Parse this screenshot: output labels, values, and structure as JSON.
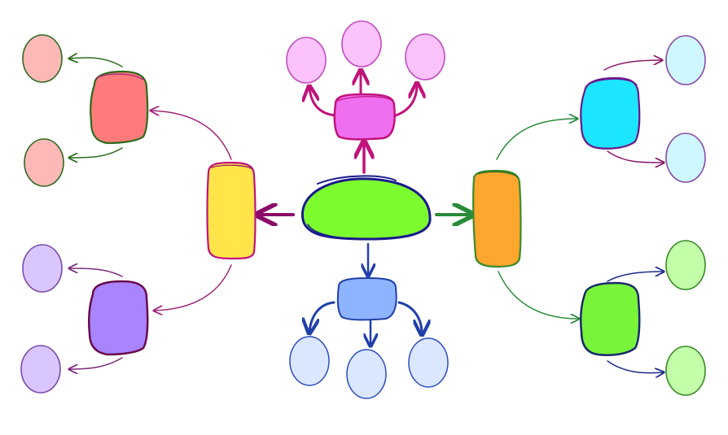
{
  "diagram": {
    "type": "mind-map",
    "center": {
      "fill": "#7cfc2e",
      "stroke": "#1a1a8c"
    },
    "branches": [
      {
        "id": "top",
        "fill": "#f06ef0",
        "stroke": "#c0137a",
        "arrow": "#c0137a",
        "leaf_fill": "#fbc2fb",
        "leaf_stroke": "#c04ec0",
        "leaves": 3
      },
      {
        "id": "bottom",
        "fill": "#8fb4ff",
        "stroke": "#1f3fa8",
        "arrow": "#1f3fa8",
        "leaf_fill": "#dbe6ff",
        "leaf_stroke": "#2a4fb8",
        "leaves": 3
      },
      {
        "id": "left",
        "fill": "#ffe54a",
        "stroke": "#c0137a",
        "arrow": "#8c0a6a",
        "subnodes": [
          {
            "id": "left-upper",
            "fill": "#ff7b7b",
            "stroke": "#2d6b1e",
            "arrow": "#a0267a",
            "leaf_fill": "#ffb8b8",
            "leaf_stroke": "#2d6b1e",
            "leaf_arrow": "#2d6b1e",
            "leaves": 2
          },
          {
            "id": "left-lower",
            "fill": "#a884ff",
            "stroke": "#6a0a4a",
            "arrow": "#a0267a",
            "leaf_fill": "#d9c6ff",
            "leaf_stroke": "#7a4aa8",
            "leaf_arrow": "#7a2a7a",
            "leaves": 2
          }
        ]
      },
      {
        "id": "right",
        "fill": "#ffa62e",
        "stroke": "#3a8a2a",
        "arrow": "#2a8a3a",
        "subnodes": [
          {
            "id": "right-upper",
            "fill": "#1ce6ff",
            "stroke": "#6a1a8c",
            "arrow": "#2a8a3a",
            "leaf_fill": "#cff7ff",
            "leaf_stroke": "#8a4aa8",
            "leaf_arrow": "#8a1a6a",
            "leaves": 2
          },
          {
            "id": "right-lower",
            "fill": "#78f43a",
            "stroke": "#1a2a6a",
            "arrow": "#2a8a3a",
            "leaf_fill": "#c2ffa8",
            "leaf_stroke": "#3a8a2a",
            "leaf_arrow": "#1a2a8a",
            "leaves": 2
          }
        ]
      }
    ]
  }
}
